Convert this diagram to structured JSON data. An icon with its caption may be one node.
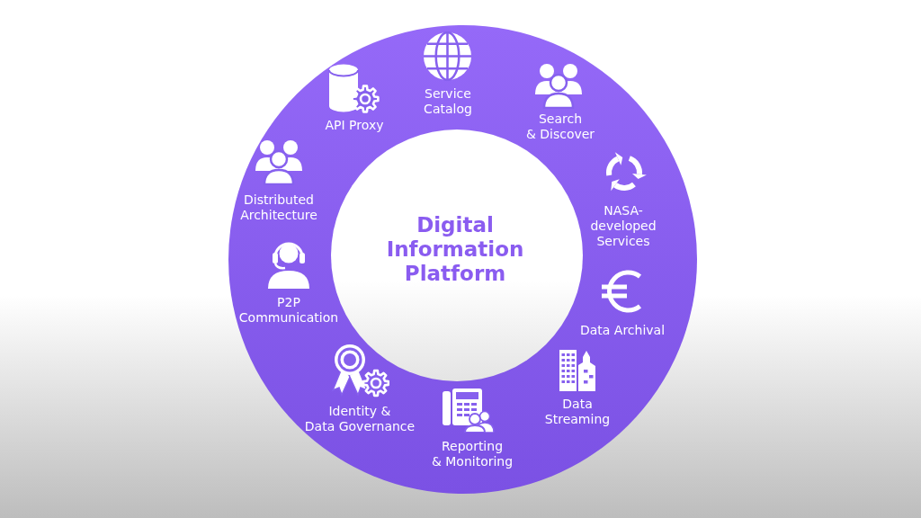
{
  "diagram": {
    "nodes": [
      {
        "text": [
          "Service Catalog",
          "Search & Discover",
          "NASA-developed Services",
          "Data Archival",
          "Data Streaming",
          "Reporting & Monitoring",
          "Identity & Data Governance",
          "P2P Communication",
          "Distributed Architecture",
          "API Proxy"
        ]
      },
      {
        "text": [
          "Digital Information Platform"
        ],
        "in": 0
      }
    ]
  }
}
